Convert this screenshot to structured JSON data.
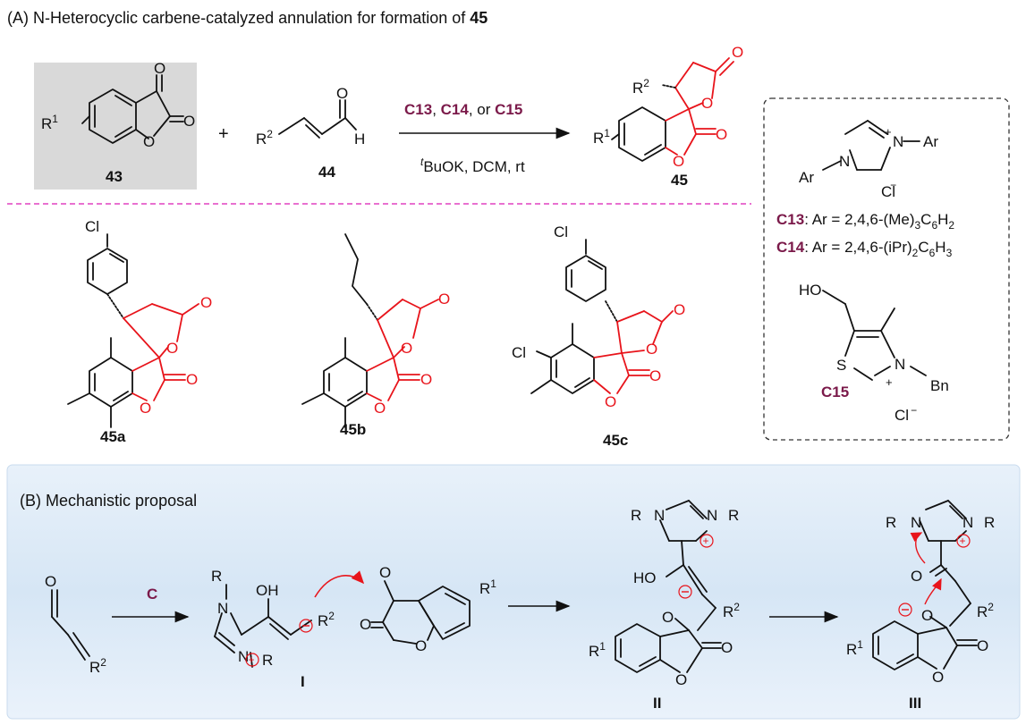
{
  "colors": {
    "accent": "#7b1a4a",
    "red": "#e8141b",
    "panel_b_bg": "#dbe9f7",
    "box43_bg": "#d9d9d9",
    "divider": "#e040c0"
  },
  "panelA": {
    "label": "(A)",
    "title_prefix": "N-Heterocyclic carbene-catalyzed annulation for formation of ",
    "title_bold": "45",
    "compound43": "43",
    "compound44": "44",
    "compound45": "45",
    "plus": "+",
    "R1": "R",
    "R1_sup": "1",
    "R2": "R",
    "R2_sup": "2",
    "H": "H",
    "O": "O",
    "catalysts": {
      "c13": "C13",
      "sep1": ", ",
      "c14": "C14",
      "sep2": ", or ",
      "c15": "C15"
    },
    "conditions": {
      "t": "t",
      "rest": "BuOK, DCM, rt"
    },
    "examples": {
      "a": "45a",
      "b": "45b",
      "c": "45c"
    },
    "Cl": "Cl",
    "catalyst_box": {
      "Ar": "Ar",
      "N": "N",
      "plus": "+",
      "Cl_minus": "Cl",
      "minus": "−",
      "c13_label": "C13",
      "c13_text": ": Ar = 2,4,6-(Me)",
      "c13_sub1": "3",
      "c13_mid": "C",
      "c13_sub2": "6",
      "c13_end": "H",
      "c13_sub3": "2",
      "c14_label": "C14",
      "c14_text": ": Ar = 2,4,6-(iPr)",
      "c14_sub1": "2",
      "c14_mid": "C",
      "c14_sub2": "6",
      "c14_end": "H",
      "c14_sub3": "3",
      "HO": "HO",
      "S": "S",
      "Bn": "Bn",
      "c15_label": "C15"
    }
  },
  "panelB": {
    "label": "(B)",
    "title": "Mechanistic proposal",
    "catalyst": "C",
    "R": "R",
    "OH": "OH",
    "HO": "HO",
    "I": "I",
    "II": "II",
    "III": "III"
  }
}
